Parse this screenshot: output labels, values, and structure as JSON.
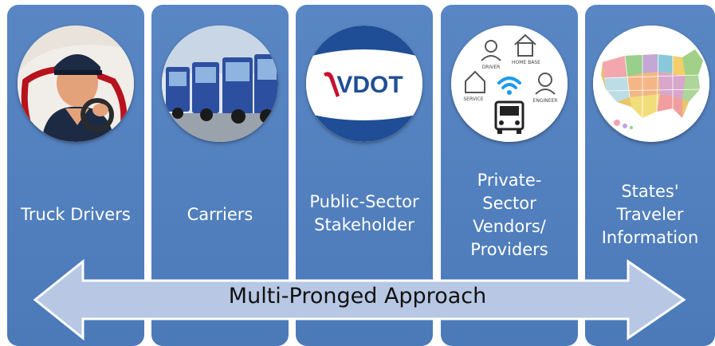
{
  "columns": [
    {
      "label": "Truck Drivers",
      "icon": "truck-driver-icon"
    },
    {
      "label": "Carriers",
      "icon": "truck-fleet-icon"
    },
    {
      "label": "Public-Sector\nStakeholder",
      "icon": "vdot-logo",
      "logo_text": "VDOT"
    },
    {
      "label": "Private-\nSector\nVendors/\nProviders",
      "icon": "connected-vendors-icon",
      "icon_labels": [
        "DRIVER",
        "HOME BASE",
        "SERVICE",
        "ENGINEER"
      ]
    },
    {
      "label": "States'\nTraveler\nInformation",
      "icon": "us-map-icon"
    }
  ],
  "arrow": {
    "label": "Multi-Pronged Approach"
  },
  "colors": {
    "column": "#4f7fc0",
    "arrow_fill": "#b7c7e4",
    "arrow_stroke": "#ffffff",
    "vdot_red": "#c8102e",
    "vdot_blue": "#1f4e96"
  }
}
